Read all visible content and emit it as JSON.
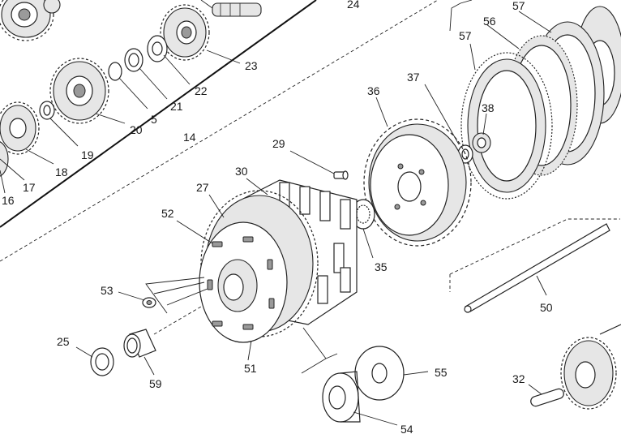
{
  "diagram": {
    "labels": [
      {
        "id": "l24",
        "text": "24"
      },
      {
        "id": "l57a",
        "text": "57"
      },
      {
        "id": "l57b",
        "text": "57"
      },
      {
        "id": "l56",
        "text": "56"
      },
      {
        "id": "l23",
        "text": "23"
      },
      {
        "id": "l22",
        "text": "22"
      },
      {
        "id": "l21",
        "text": "21"
      },
      {
        "id": "l5",
        "text": "5"
      },
      {
        "id": "l20",
        "text": "20"
      },
      {
        "id": "l14",
        "text": "14"
      },
      {
        "id": "l19",
        "text": "19"
      },
      {
        "id": "l18",
        "text": "18"
      },
      {
        "id": "l17",
        "text": "17"
      },
      {
        "id": "l16",
        "text": "16"
      },
      {
        "id": "l36",
        "text": "36"
      },
      {
        "id": "l37",
        "text": "37"
      },
      {
        "id": "l38",
        "text": "38"
      },
      {
        "id": "l29",
        "text": "29"
      },
      {
        "id": "l30",
        "text": "30"
      },
      {
        "id": "l27",
        "text": "27"
      },
      {
        "id": "l52",
        "text": "52"
      },
      {
        "id": "l35",
        "text": "35"
      },
      {
        "id": "l53",
        "text": "53"
      },
      {
        "id": "l50",
        "text": "50"
      },
      {
        "id": "l25",
        "text": "25"
      },
      {
        "id": "l59",
        "text": "59"
      },
      {
        "id": "l51",
        "text": "51"
      },
      {
        "id": "l55",
        "text": "55"
      },
      {
        "id": "l54",
        "text": "54"
      },
      {
        "id": "l32",
        "text": "32"
      }
    ]
  }
}
